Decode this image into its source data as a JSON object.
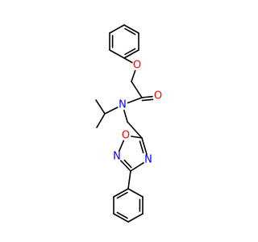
{
  "molecule": {
    "colors": {
      "bond": "#000000",
      "O": "#ff0000",
      "N": "#0000ff",
      "background": "#ffffff"
    },
    "atoms": [
      {
        "id": "ring1-c1"
      },
      {
        "id": "ring1-c2"
      },
      {
        "id": "ring1-c3"
      },
      {
        "id": "ring1-c4"
      },
      {
        "id": "ring1-c5"
      },
      {
        "id": "ring1-c6"
      },
      {
        "id": "ether-o",
        "label": "O",
        "element": "O"
      },
      {
        "id": "ch2"
      },
      {
        "id": "carbonyl-c"
      },
      {
        "id": "carbonyl-o",
        "label": "O",
        "element": "O"
      },
      {
        "id": "amide-n",
        "label": "N",
        "element": "N"
      },
      {
        "id": "isopropyl-ch"
      },
      {
        "id": "isopropyl-me1"
      },
      {
        "id": "isopropyl-me2"
      },
      {
        "id": "linker-ch2"
      },
      {
        "id": "oxadiazole-c5"
      },
      {
        "id": "oxadiazole-o1",
        "label": "O",
        "element": "O"
      },
      {
        "id": "oxadiazole-n2",
        "label": "N",
        "element": "N"
      },
      {
        "id": "oxadiazole-c3"
      },
      {
        "id": "oxadiazole-n4",
        "label": "N",
        "element": "N"
      },
      {
        "id": "ring2-c1"
      },
      {
        "id": "ring2-c2"
      },
      {
        "id": "ring2-c3"
      },
      {
        "id": "ring2-c4"
      },
      {
        "id": "ring2-c5"
      },
      {
        "id": "ring2-c6"
      }
    ],
    "bonds": [
      {
        "a": 0,
        "b": 1,
        "order": 1
      },
      {
        "a": 1,
        "b": 2,
        "order": 2
      },
      {
        "a": 2,
        "b": 3,
        "order": 1
      },
      {
        "a": 3,
        "b": 4,
        "order": 2
      },
      {
        "a": 4,
        "b": 5,
        "order": 1
      },
      {
        "a": 5,
        "b": 0,
        "order": 2
      },
      {
        "a": 3,
        "b": 6,
        "order": 1
      },
      {
        "a": 6,
        "b": 7,
        "order": 1
      },
      {
        "a": 7,
        "b": 8,
        "order": 1
      },
      {
        "a": 8,
        "b": 9,
        "order": 2
      },
      {
        "a": 8,
        "b": 10,
        "order": 1
      },
      {
        "a": 10,
        "b": 11,
        "order": 1
      },
      {
        "a": 11,
        "b": 12,
        "order": 1
      },
      {
        "a": 11,
        "b": 13,
        "order": 1
      },
      {
        "a": 10,
        "b": 14,
        "order": 1
      },
      {
        "a": 14,
        "b": 15,
        "order": 1
      },
      {
        "a": 15,
        "b": 16,
        "order": 1
      },
      {
        "a": 16,
        "b": 17,
        "order": 1
      },
      {
        "a": 17,
        "b": 18,
        "order": 2
      },
      {
        "a": 18,
        "b": 19,
        "order": 1
      },
      {
        "a": 19,
        "b": 15,
        "order": 2
      },
      {
        "a": 18,
        "b": 20,
        "order": 1
      },
      {
        "a": 20,
        "b": 21,
        "order": 2
      },
      {
        "a": 21,
        "b": 22,
        "order": 1
      },
      {
        "a": 22,
        "b": 23,
        "order": 2
      },
      {
        "a": 23,
        "b": 24,
        "order": 1
      },
      {
        "a": 24,
        "b": 25,
        "order": 2
      },
      {
        "a": 25,
        "b": 20,
        "order": 1
      }
    ]
  }
}
